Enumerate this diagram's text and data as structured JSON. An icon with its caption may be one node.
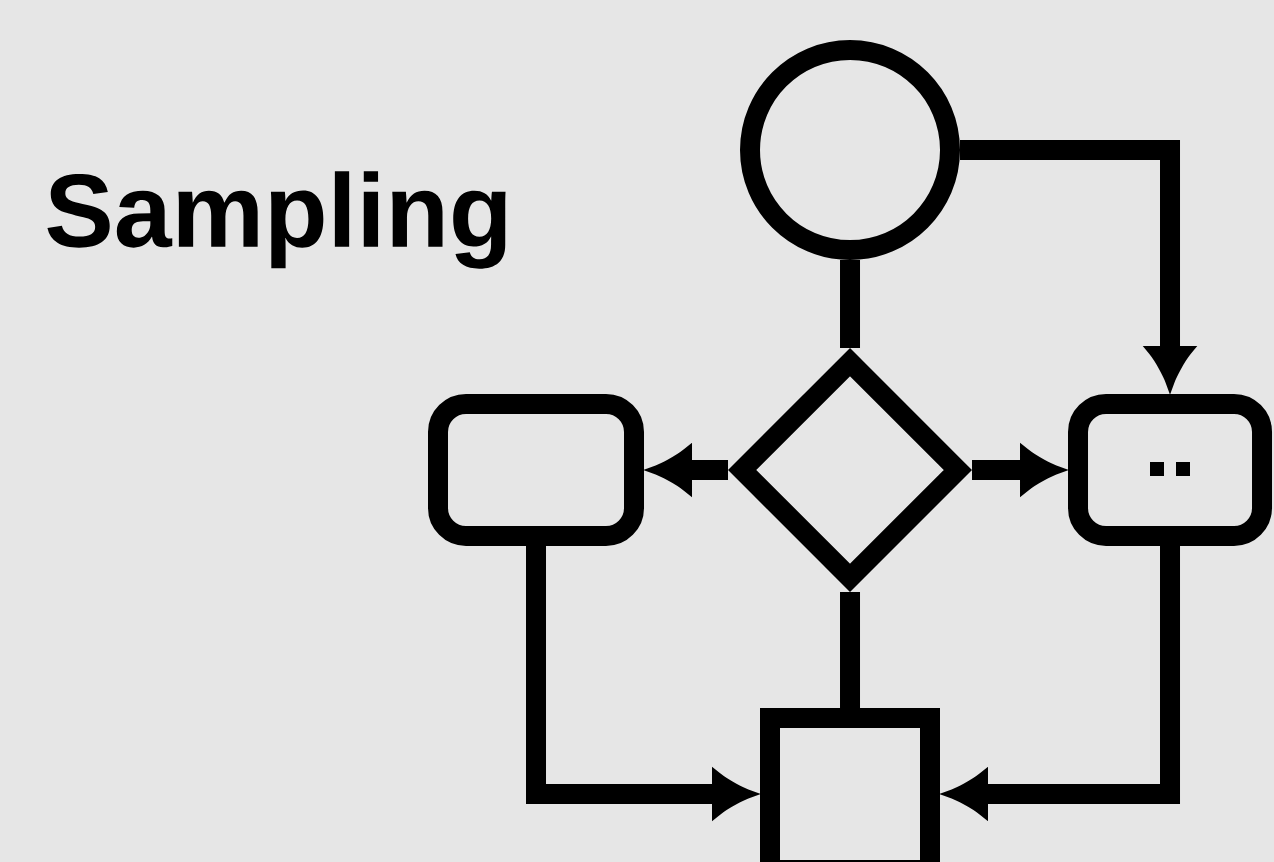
{
  "diagram": {
    "nodes": [
      {
        "text": [],
        "shape": "circle"
      },
      {
        "text": [],
        "shape": "diamond"
      },
      {
        "text": [],
        "shape": "box"
      },
      {
        "text": [],
        "shape": "box"
      },
      {
        "text": [],
        "shape": "box"
      }
    ],
    "edges": [
      {
        "from": 0,
        "to": 1,
        "arrow": "none"
      },
      {
        "from": 0,
        "to": 3,
        "arrow": "to"
      },
      {
        "from": 1,
        "to": 2,
        "arrow": "to"
      },
      {
        "from": 1,
        "to": 3,
        "arrow": "to"
      },
      {
        "from": 1,
        "to": 4,
        "arrow": "none"
      },
      {
        "from": 2,
        "to": 4,
        "arrow": "to"
      },
      {
        "from": 3,
        "to": 4,
        "arrow": "to"
      }
    ],
    "labels": [
      "Sampling"
    ]
  }
}
